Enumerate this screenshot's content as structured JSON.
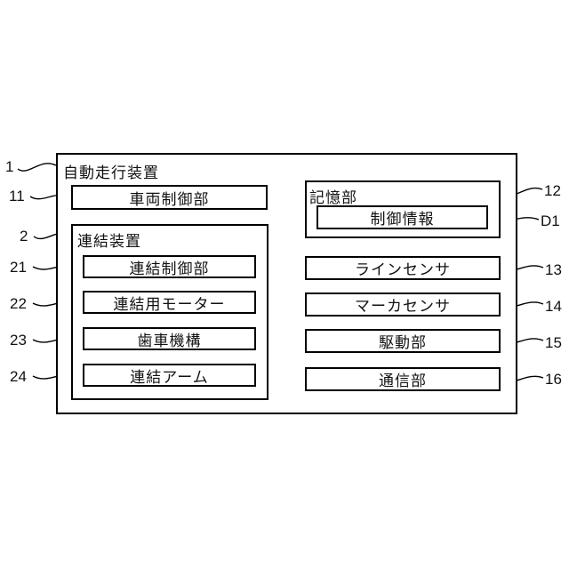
{
  "diagram": {
    "outer": {
      "label": "自動走行装置",
      "ref": "1"
    },
    "vehicle_control": {
      "label": "車両制御部",
      "ref": "11"
    },
    "coupling": {
      "label": "連結装置",
      "ref": "2",
      "children": [
        {
          "label": "連結制御部",
          "ref": "21"
        },
        {
          "label": "連結用モーター",
          "ref": "22"
        },
        {
          "label": "歯車機構",
          "ref": "23"
        },
        {
          "label": "連結アーム",
          "ref": "24"
        }
      ]
    },
    "memory": {
      "label": "記憶部",
      "ref": "12"
    },
    "control_info": {
      "label": "制御情報",
      "ref": "D1"
    },
    "right_blocks": [
      {
        "label": "ラインセンサ",
        "ref": "13"
      },
      {
        "label": "マーカセンサ",
        "ref": "14"
      },
      {
        "label": "駆動部",
        "ref": "15"
      },
      {
        "label": "通信部",
        "ref": "16"
      }
    ],
    "colors": {
      "line": "#000000",
      "background": "#ffffff",
      "text": "#111111"
    }
  }
}
